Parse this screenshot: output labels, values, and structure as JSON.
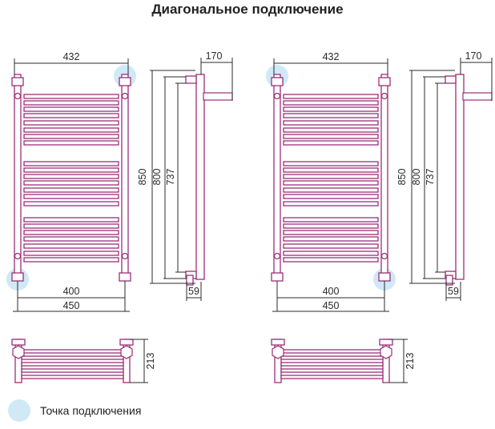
{
  "title": "Диагональное подключение",
  "colors": {
    "frame": "#9a2f78",
    "dimension_line": "#2b2b2b",
    "connection_point": "#cfe9f7"
  },
  "diagrams": [
    {
      "dims": {
        "top_width": "432",
        "bottom_inner": "400",
        "bottom_outer": "450",
        "depth": "170",
        "h_total": "850",
        "h_mid": "800",
        "h_inner": "737",
        "side_offset": "59",
        "top_view_height": "213"
      },
      "connections": [
        "top-right",
        "bottom-left"
      ]
    },
    {
      "dims": {
        "top_width": "432",
        "bottom_inner": "400",
        "bottom_outer": "450",
        "depth": "170",
        "h_total": "850",
        "h_mid": "800",
        "h_inner": "737",
        "side_offset": "59",
        "top_view_height": "213"
      },
      "connections": [
        "top-left",
        "bottom-right"
      ]
    }
  ],
  "legend": {
    "icon": "connection-point-circle",
    "label": "Точка подключения"
  }
}
